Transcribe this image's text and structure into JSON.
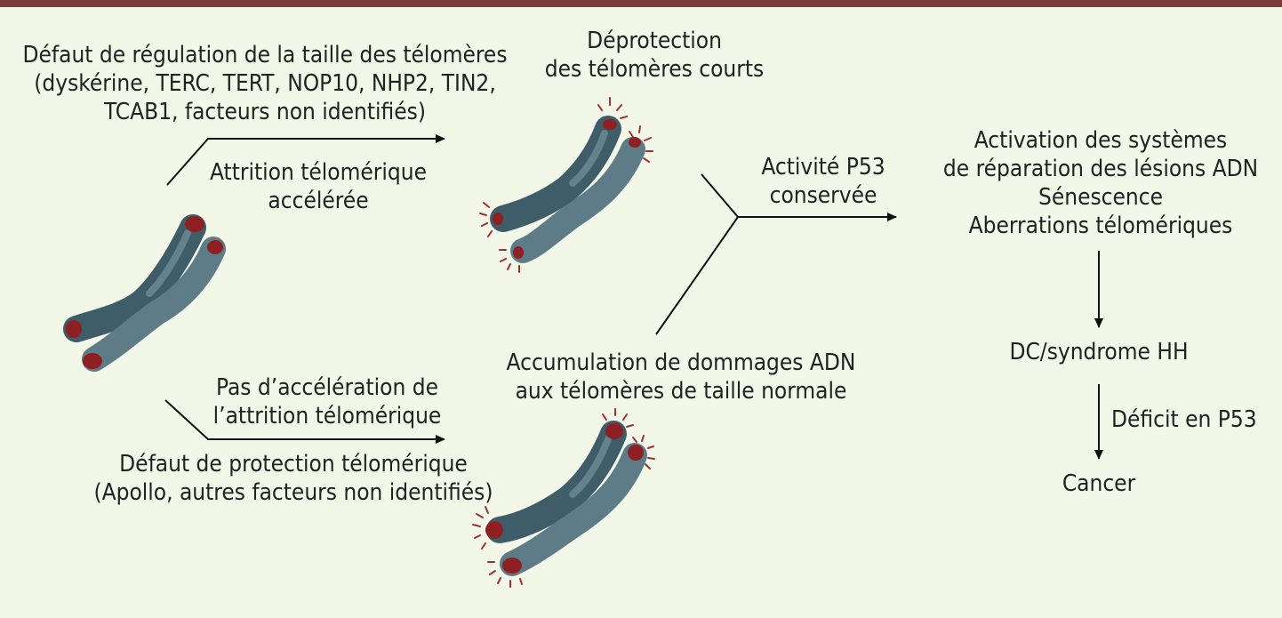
{
  "top_left": {
    "line1": "Défaut de régulation de la taille des télomères",
    "line2": "(dyskérine, TERC, TERT, NOP10, NHP2, TIN2,",
    "line3": "TCAB1, facteurs non identifiés)"
  },
  "attrition_accel": {
    "line1": "Attrition télomérique",
    "line2": "accélérée"
  },
  "deprotection": {
    "line1": "Déprotection",
    "line2": "des télomères courts"
  },
  "p53_conserved": {
    "line1": "Activité P53",
    "line2": "conservée"
  },
  "outcomes": {
    "line1": "Activation des systèmes",
    "line2": "de réparation des lésions ADN",
    "line3": "Sénescence",
    "line4": "Aberrations télomériques"
  },
  "no_accel": {
    "line1": "Pas d’accélération de",
    "line2": "l’attrition télomérique"
  },
  "protection_defect": {
    "line1": "Défaut de protection télomérique",
    "line2": "(Apollo, autres facteurs non identifiés)"
  },
  "dna_damage": {
    "line1": "Accumulation de dommages ADN",
    "line2": "aux télomères de taille normale"
  },
  "dc_syndrome": "DC/syndrome HH",
  "p53_deficit": "Déficit en P53",
  "cancer": "Cancer",
  "colors": {
    "background": "#f2f7e8",
    "top_bar": "#7a3b36",
    "chromosome": "#5b7784",
    "telomere": "#8e1f22",
    "text": "#222222"
  }
}
